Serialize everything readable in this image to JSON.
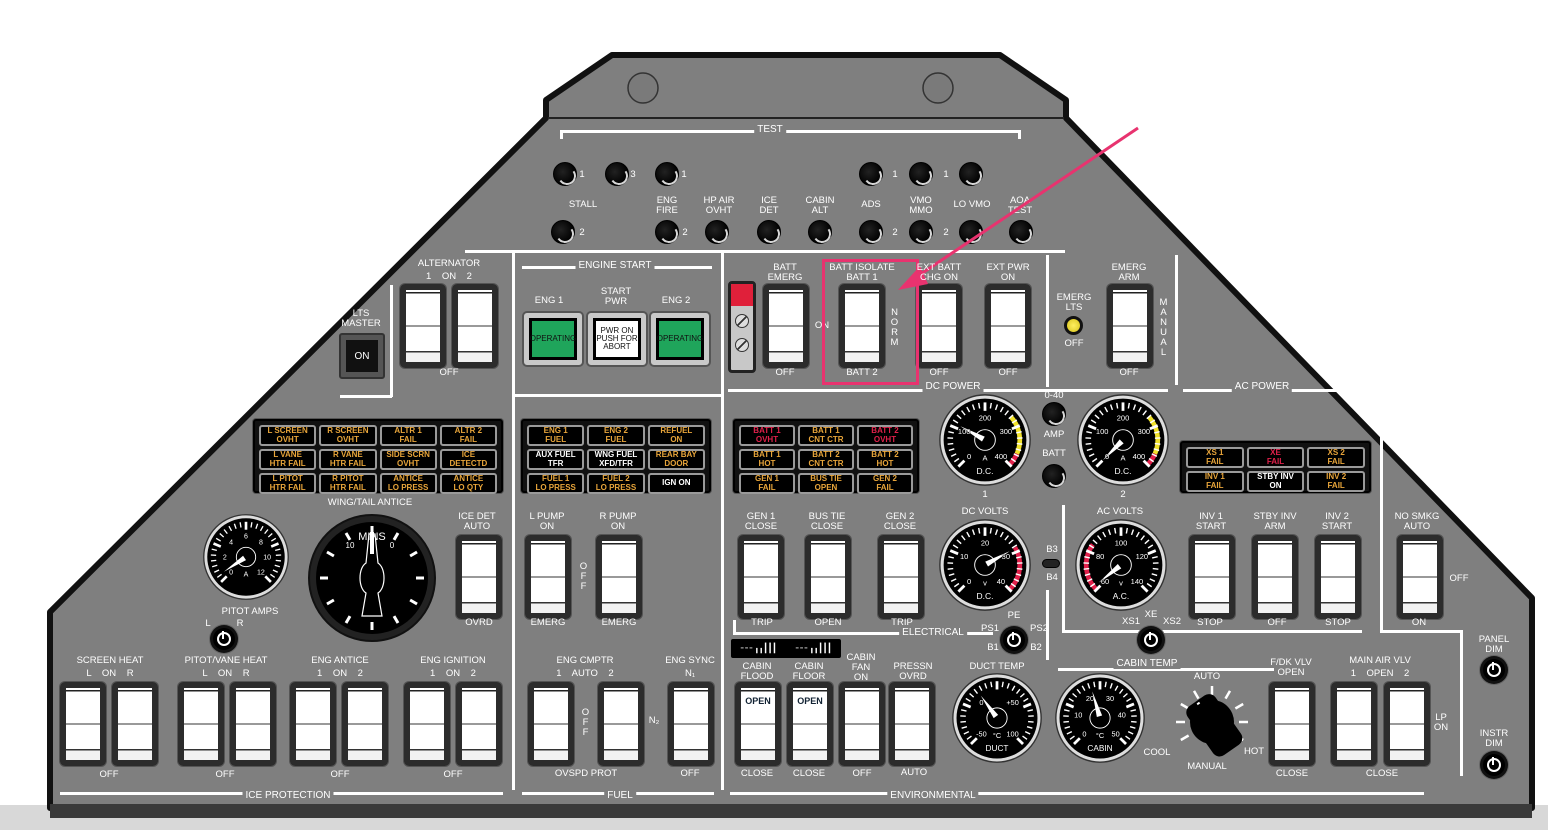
{
  "test": {
    "title": "TEST",
    "labels": [
      "STALL",
      "ENG\nFIRE",
      "HP AIR\nOVHT",
      "ICE\nDET",
      "CABIN\nALT",
      "ADS",
      "VMO\nMMO",
      "LO VMO",
      "AOA\nTEST"
    ],
    "knob_numbers": [
      "1",
      "3",
      "1",
      "1",
      "1",
      "2",
      "2",
      "2",
      "2"
    ]
  },
  "alternator": {
    "title": "ALTERNATOR",
    "pos": "1    ON    2",
    "off": "OFF"
  },
  "lts_master": {
    "title": "LTS\nMASTER",
    "button": "ON"
  },
  "engine_start": {
    "title": "ENGINE START",
    "eng1": "ENG 1",
    "start_pwr": "START\nPWR",
    "eng2": "ENG 2",
    "eng1_btn": "OPERATING",
    "pwr_btn": "PWR ON\nPUSH FOR\nABORT",
    "eng2_btn": "OPERATING"
  },
  "dc_power": {
    "title": "DC POWER",
    "batt_emerg": "BATT\nEMERG",
    "batt_emerg_off": "OFF",
    "on": "ON",
    "batt_isolate": "BATT ISOLATE\nBATT 1",
    "batt2": "BATT 2",
    "norm": "NORM",
    "ext_batt": "EXT BATT\nCHG ON",
    "ext_batt_off": "OFF",
    "ext_pwr": "EXT PWR\nON",
    "ext_pwr_off": "OFF"
  },
  "emerg": {
    "lts": "EMERG\nLTS",
    "lts_off": "OFF",
    "arm": "EMERG\nARM",
    "arm_off": "OFF",
    "manual": "MANUAL"
  },
  "annun_ice": [
    "L SCREEN\nOVHT",
    "R SCREEN\nOVHT",
    "ALTR 1\nFAIL",
    "ALTR 2\nFAIL",
    "L VANE\nHTR FAIL",
    "R VANE\nHTR FAIL",
    "SIDE SCRN\nOVHT",
    "ICE\nDETECTD",
    "L PITOT\nHTR FAIL",
    "R PITOT\nHTR FAIL",
    "ANTICE\nLO PRESS",
    "ANTICE\nLO QTY"
  ],
  "annun_fuel": [
    "ENG 1\nFUEL",
    "ENG 2\nFUEL",
    "REFUEL\nON",
    "AUX FUEL\nTFR",
    "WNG FUEL\nXFD/TFR",
    "REAR BAY\nDOOR",
    "FUEL 1\nLO PRESS",
    "FUEL 2\nLO PRESS",
    "IGN ON"
  ],
  "annun_elec": [
    "BATT 1\nOVHT",
    "BATT 1\nCNT CTR",
    "BATT 2\nOVHT",
    "BATT 1\nHOT",
    "BATT 2\nCNT CTR",
    "BATT 2\nHOT",
    "GEN 1\nFAIL",
    "BUS TIE\nOPEN",
    "GEN 2\nFAIL"
  ],
  "annun_ac": [
    "XS 1\nFAIL",
    "XE\nFAIL",
    "XS 2\nFAIL",
    "INV 1\nFAIL",
    "STBY INV\nON",
    "INV 2\nFAIL"
  ],
  "amp_select": {
    "range": "0-40",
    "amp": "AMP",
    "batt": "BATT"
  },
  "ac_power": {
    "title": "AC POWER"
  },
  "gauges": {
    "amps1": {
      "ticks": [
        "0",
        "100",
        "200",
        "300",
        "400"
      ],
      "min": 0,
      "max": 400,
      "value": 110,
      "unit": "A",
      "sub": "D.C.",
      "caption": "1"
    },
    "amps2": {
      "ticks": [
        "0",
        "100",
        "200",
        "300",
        "400"
      ],
      "min": 0,
      "max": 400,
      "value": 0,
      "unit": "A",
      "sub": "D.C.",
      "caption": "2"
    },
    "pitot": {
      "ticks": [
        "0",
        "2",
        "4",
        "6",
        "8",
        "10",
        "12"
      ],
      "min": 0,
      "max": 12,
      "value": 0.5,
      "unit": "A",
      "sub": "",
      "caption": ""
    },
    "dcvolts": {
      "ticks": [
        "0",
        "10",
        "20",
        "30",
        "40"
      ],
      "min": 0,
      "max": 40,
      "value": 29,
      "unit": "v",
      "sub": "D.C.",
      "caption": ""
    },
    "acvolts": {
      "ticks": [
        "60",
        "80",
        "100",
        "120",
        "140"
      ],
      "min": 60,
      "max": 140,
      "value": 62,
      "unit": "v",
      "sub": "A.C.",
      "caption": ""
    },
    "duct": {
      "ticks": [
        "-50",
        "0",
        "+50",
        "100"
      ],
      "min": -50,
      "max": 100,
      "value": 5,
      "unit": "°C",
      "sub": "DUCT",
      "caption": ""
    },
    "cabin": {
      "ticks": [
        "0",
        "10",
        "20",
        "30",
        "40",
        "50"
      ],
      "min": 0,
      "max": 50,
      "value": 22,
      "unit": "°C",
      "sub": "CABIN",
      "caption": ""
    }
  },
  "wing_antice": {
    "title": "WING/TAIL ANTICE",
    "mins": "MINS",
    "ten": "10",
    "zero": "0"
  },
  "ice_det": {
    "top": "ICE DET\nAUTO",
    "bottom": "OVRD"
  },
  "pitot_amps": {
    "title": "PITOT AMPS",
    "l": "L",
    "r": "R"
  },
  "ice_protection": {
    "title": "ICE PROTECTION",
    "screen_heat": "SCREEN HEAT",
    "screen_pos": "L    ON    R",
    "screen_off": "OFF",
    "pitot_heat": "PITOT/VANE HEAT",
    "pitot_pos": "L    ON    R",
    "pitot_off": "OFF",
    "eng_antice": "ENG ANTICE",
    "antice_pos": "1    ON    2",
    "antice_off": "OFF",
    "eng_ign": "ENG IGNITION",
    "ign_pos": "1    ON    2",
    "ign_off": "OFF"
  },
  "fuel": {
    "title": "FUEL",
    "l_pump": "L PUMP\nON",
    "r_pump": "R PUMP\nON",
    "l_emerg": "EMERG",
    "r_emerg": "EMERG",
    "pump_off": "OFF",
    "eng_cmptr": "ENG CMPTR",
    "cmptr_pos": "1    AUTO    2",
    "cmptr_off": "OFF",
    "ovspd": "OVSPD PROT",
    "eng_sync": "ENG SYNC",
    "n1": "N₁",
    "n2": "N₂",
    "sync_off": "OFF"
  },
  "electrical": {
    "title": "ELECTRICAL",
    "gen1": "GEN 1\nCLOSE",
    "gen1_b": "TRIP",
    "bus_tie": "BUS TIE\nCLOSE",
    "bus_tie_b": "OPEN",
    "gen2": "GEN 2\nCLOSE",
    "gen2_b": "TRIP",
    "dc_volts": "DC VOLTS",
    "b3": "B3",
    "b4": "B4",
    "pe": "PE",
    "ps1": "PS1",
    "ps2": "PS2",
    "b1": "B1",
    "b2": "B2",
    "ac_volts": "AC VOLTS",
    "xs1": "XS1",
    "xe": "XE",
    "xs2": "XS2",
    "inv1": "INV 1\nSTART",
    "inv1_b": "STOP",
    "stby": "STBY INV\nARM",
    "stby_b": "OFF",
    "inv2": "INV 2\nSTART",
    "inv2_b": "STOP"
  },
  "no_smkg": {
    "top": "NO SMKG\nAUTO",
    "off": "OFF",
    "on": "ON"
  },
  "environmental": {
    "title": "ENVIRONMENTAL",
    "flood": "CABIN\nFLOOD",
    "flood_in": "OPEN",
    "flood_b": "CLOSE",
    "floor": "CABIN\nFLOOR",
    "floor_in": "OPEN",
    "floor_b": "CLOSE",
    "fan": "CABIN\nFAN\nON",
    "fan_b": "OFF",
    "pressn": "PRESSN\nOVRD",
    "pressn_b": "AUTO",
    "duct_temp": "DUCT TEMP",
    "cabin_temp": "CABIN TEMP",
    "auto": "AUTO",
    "cool": "COOL",
    "hot": "HOT",
    "manual": "MANUAL",
    "fdk": "F/DK VLV\nOPEN",
    "fdk_b": "CLOSE",
    "main_air": "MAIN AIR VLV",
    "main_pos": "1    OPEN    2",
    "main_b": "CLOSE",
    "lp_on": "LP\nON"
  },
  "dimmers": {
    "panel": "PANEL\nDIM",
    "instr": "INSTR\nDIM"
  },
  "colors": {
    "panel": "#7f7f7f",
    "amber": "#e8a53a",
    "red": "#e0204a",
    "green": "#1fa55b",
    "highlight": "#e8336f"
  }
}
